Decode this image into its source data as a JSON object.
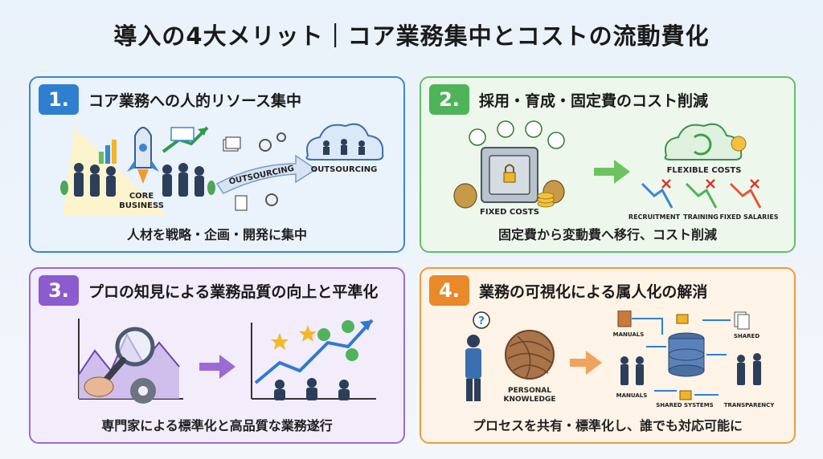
{
  "title": "導入の4大メリット｜コア業務集中とコストの流動費化",
  "panels": [
    {
      "number": "1.",
      "title": "コア業務への人的リソース集中",
      "caption": "人材を戦略・企画・開発に集中",
      "labels": {
        "core": "CORE",
        "business": "BUSINESS",
        "outsourcing_arrow": "OUTSOURCING",
        "outsourcing_cloud": "OUTSOURCING"
      },
      "color": "#2f7fd0"
    },
    {
      "number": "2.",
      "title": "採用・育成・固定費のコスト削減",
      "caption": "固定費から変動費へ移行、コスト削減",
      "labels": {
        "fixed_costs": "FIXED COSTS",
        "flexible_costs": "FLEXIBLE COSTS",
        "recruitment": "RECRUITMENT",
        "training": "TRAINING",
        "fixed_salaries": "FIXED SALARIES"
      },
      "color": "#4fb35a"
    },
    {
      "number": "3.",
      "title": "プロの知見による業務品質の向上と平準化",
      "caption": "専門家による標準化と高品質な業務遂行",
      "labels": {},
      "color": "#8b5bd0"
    },
    {
      "number": "4.",
      "title": "業務の可視化による属人化の解消",
      "caption": "プロセスを共有・標準化し、誰でも対応可能に",
      "labels": {
        "personal": "PERSONAL",
        "knowledge": "KNOWLEDGE",
        "manuals_top": "MANUALS",
        "shared_top": "SHARED",
        "manuals_bottom": "MANUALS",
        "shared_systems": "SHARED SYSTEMS",
        "transparency": "TRANSPARENCY"
      },
      "color": "#e8892a"
    }
  ]
}
